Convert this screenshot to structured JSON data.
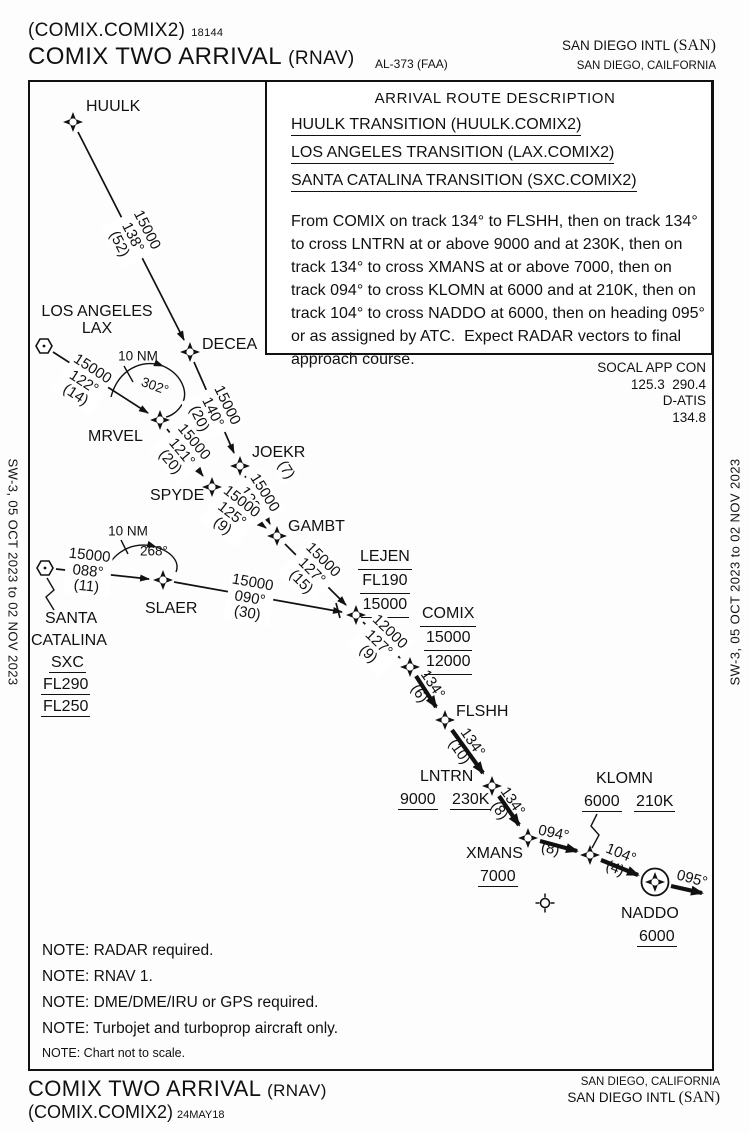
{
  "header": {
    "code": "(COMIX.COMIX2)",
    "code_number": "18144",
    "title": "COMIX TWO ARRIVAL",
    "title_type": "(RNAV)",
    "al_ref": "AL-373 (FAA)",
    "airport": "SAN DIEGO INTL",
    "airport_id": "(SAN)",
    "city": "SAN DIEGO, CAILFORNIA"
  },
  "margins": {
    "left": "SW-3, 05 OCT 2023 to 02 NOV 2023",
    "right": "SW-3, 05 OCT 2023 to 02 NOV 2023"
  },
  "description_box": {
    "title": "ARRIVAL ROUTE DESCRIPTION",
    "transition1": "HUULK TRANSITION (HUULK.COMIX2)",
    "transition2": "LOS ANGELES TRANSITION (LAX.COMIX2)",
    "transition3": "SANTA CATALINA TRANSITION (SXC.COMIX2)",
    "body": "From COMIX on track 134° to FLSHH, then on track 134° to cross LNTRN at or above 9000 and at 230K, then on track 134° to cross XMANS at or above 7000, then on track 094° to cross KLOMN at 6000 and at 210K, then on track 104° to cross NADDO at 6000, then on heading 095° or as assigned by ATC.  Expect RADAR vectors to final approach course."
  },
  "comms": {
    "line1": "SOCAL APP CON",
    "line2": "125.3  290.4",
    "line3": "D-ATIS",
    "line4": "134.8"
  },
  "fixes": {
    "huulk": "HUULK",
    "los_angeles_1": "LOS ANGELES",
    "los_angeles_2": "LAX",
    "decea": "DECEA",
    "mrvel": "MRVEL",
    "joekr": "JOEKR",
    "spyde": "SPYDE",
    "gambt": "GAMBT",
    "slaer": "SLAER",
    "santa_catalina": {
      "name1": "SANTA",
      "name2": "CATALINA",
      "id": "SXC",
      "upper": "FL290",
      "lower": "FL250"
    },
    "lejen": {
      "name": "LEJEN",
      "upper": "FL190",
      "lower": "15000"
    },
    "comix": {
      "name": "COMIX",
      "upper": "15000",
      "lower": "12000"
    },
    "flshh": "FLSHH",
    "lntrn": {
      "name": "LNTRN",
      "alt": "9000",
      "speed": "230K"
    },
    "xmans": {
      "name": "XMANS",
      "alt": "7000"
    },
    "klomn": {
      "name": "KLOMN",
      "alt": "6000",
      "speed": "210K"
    },
    "naddo": {
      "name": "NADDO",
      "alt": "6000"
    }
  },
  "tracks": {
    "huulk_decea": {
      "alt": "15000",
      "crs": "138°",
      "dist": "(52)"
    },
    "lax_mrvel": {
      "alt": "15000",
      "crs": "122°",
      "dist": "(14)"
    },
    "decea_joekr": {
      "alt": "15000",
      "crs": "140°",
      "dist": "(20)"
    },
    "mrvel_spyde": {
      "alt": "15000",
      "crs": "121°",
      "dist": "(20)"
    },
    "joekr_gambt": {
      "alt": "15000",
      "crs": "139°",
      "dist": "(7)"
    },
    "spyde_gambt": {
      "alt": "15000",
      "crs": "125°",
      "dist": "(9)"
    },
    "gambt_lejen": {
      "alt": "15000",
      "crs": "127°",
      "dist": "(15)"
    },
    "sxc_slaer": {
      "alt": "15000",
      "crs": "088°",
      "dist": "(11)"
    },
    "slaer_lejen": {
      "alt": "15000",
      "crs": "090°",
      "dist": "(30)"
    },
    "lejen_comix": {
      "alt": "12000",
      "crs": "127°",
      "dist": "(9)"
    },
    "comix_flshh": {
      "crs": "134°",
      "dist": "(6)"
    },
    "flshh_lntrn": {
      "crs": "134°",
      "dist": "(10)"
    },
    "lntrn_xmans": {
      "crs": "134°",
      "dist": "(8)"
    },
    "xmans_klomn": {
      "crs": "094°",
      "dist": "(8)"
    },
    "klomn_naddo": {
      "crs": "104°",
      "dist": "(4)"
    },
    "exit_heading": "095°"
  },
  "holds": {
    "mrvel": {
      "leg": "10 NM",
      "course": "302°"
    },
    "slaer": {
      "leg": "10 NM",
      "course": "268°"
    }
  },
  "notes": {
    "n1": "NOTE: RADAR required.",
    "n2": "NOTE: RNAV 1.",
    "n3": "NOTE: DME/DME/IRU or GPS required.",
    "n4": "NOTE: Turbojet and turboprop aircraft only.",
    "n5": "NOTE: Chart not to scale."
  },
  "footer": {
    "title": "COMIX TWO ARRIVAL",
    "title_type": "(RNAV)",
    "code": "(COMIX.COMIX2)",
    "date": "24MAY18",
    "city": "SAN DIEGO, CALIFORNIA",
    "airport": "SAN DIEGO INTL",
    "airport_id": "(SAN)"
  }
}
